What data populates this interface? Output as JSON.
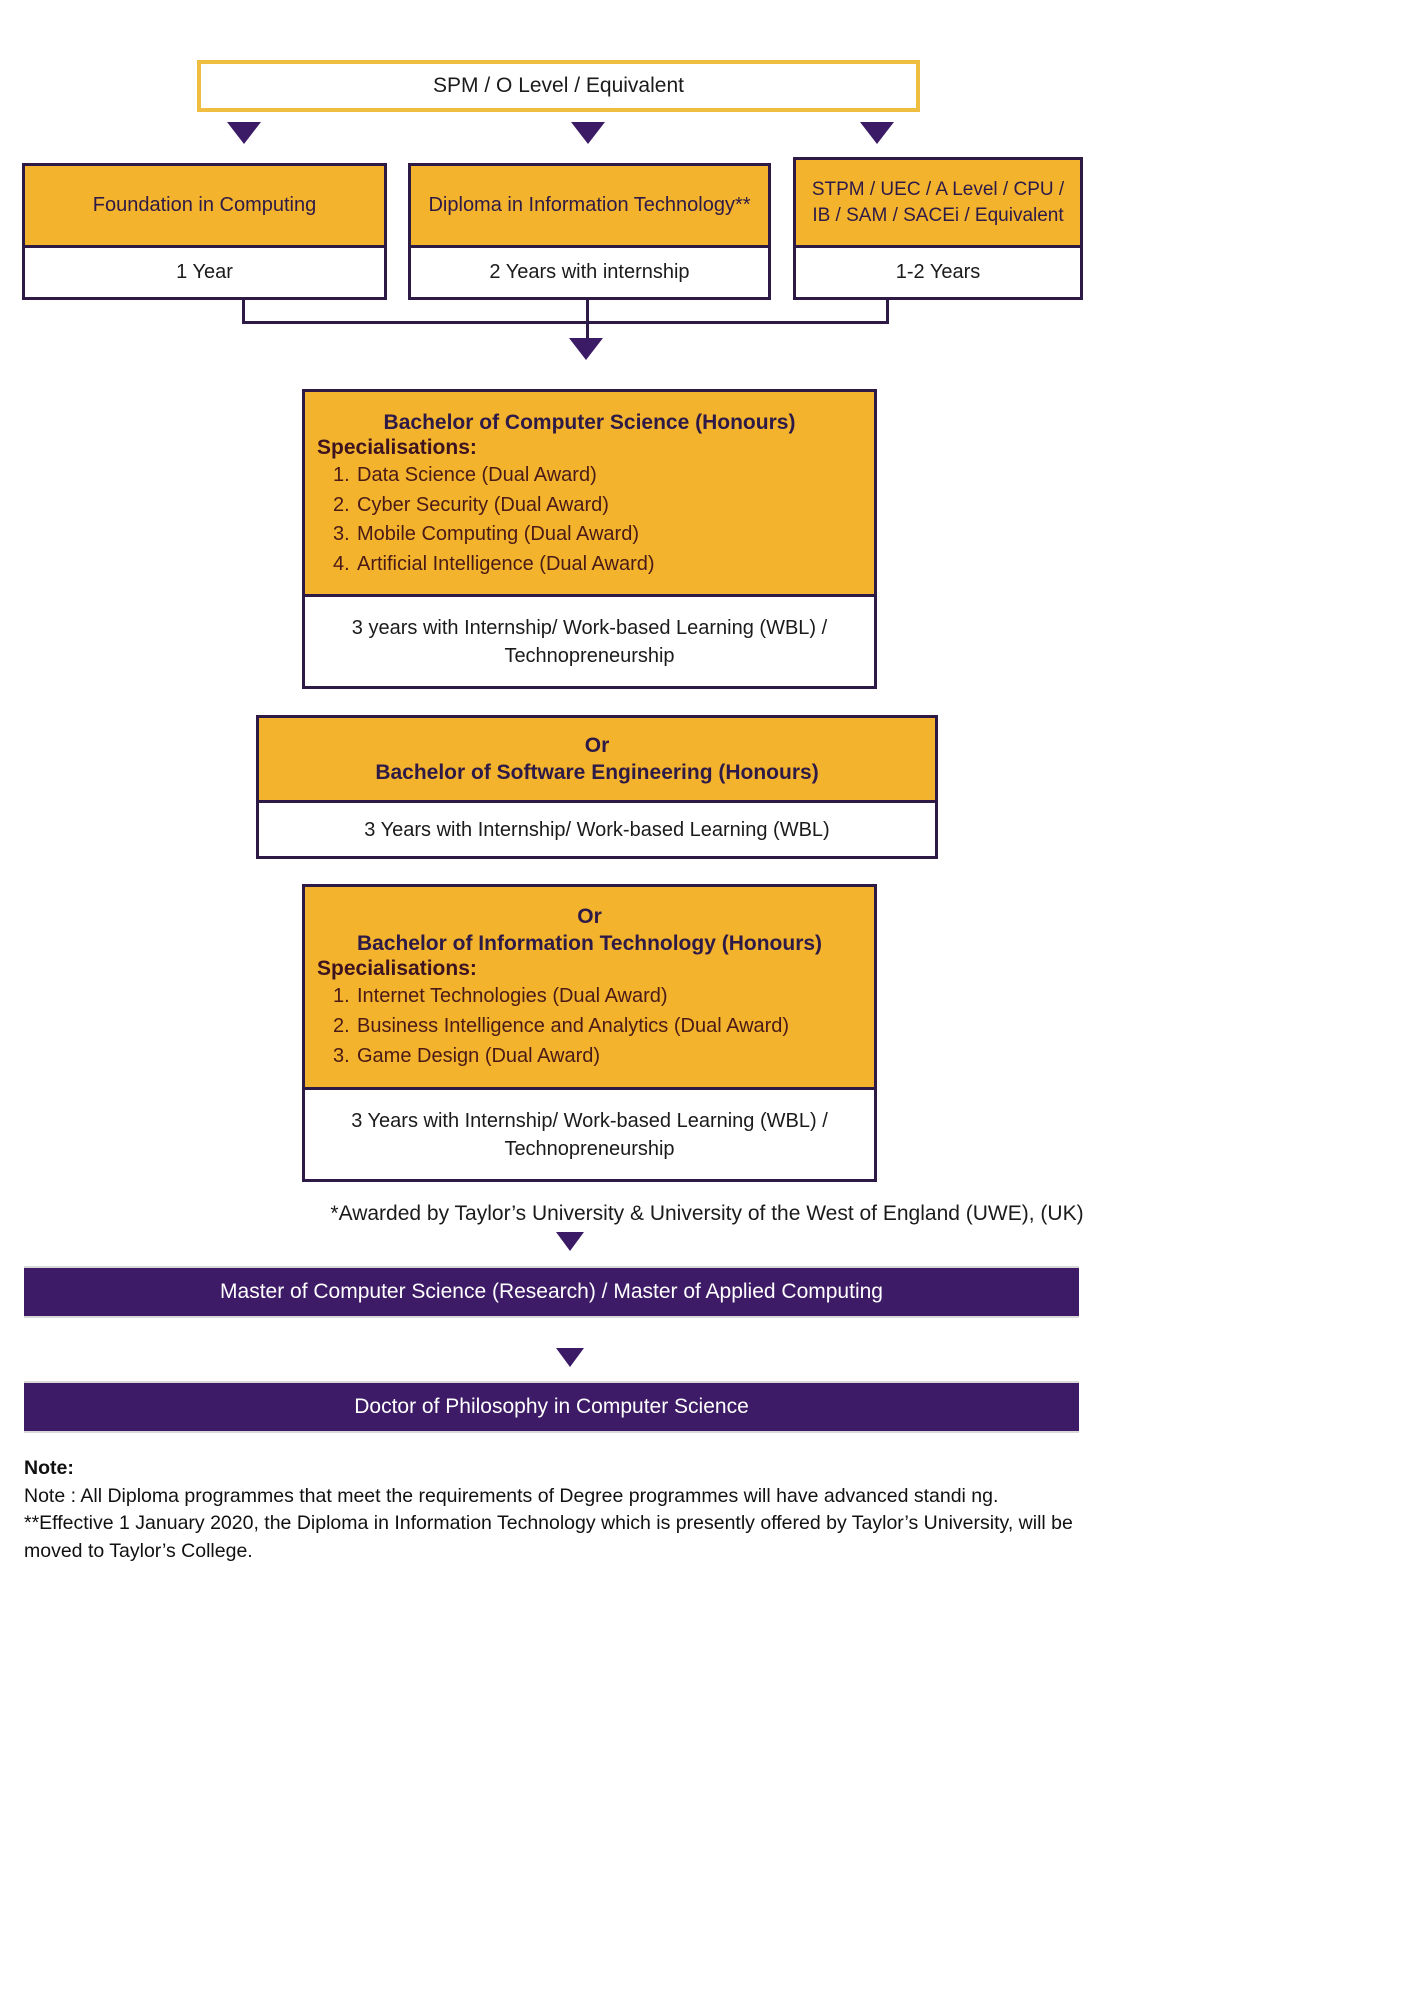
{
  "entry": {
    "top": "SPM / O Level / Equivalent",
    "routes": [
      {
        "name": "Foundation in Computing",
        "duration": "1 Year"
      },
      {
        "name": "Diploma in Information Technology**",
        "duration": "2 Years with internship"
      },
      {
        "name": "STPM / UEC / A Level / CPU / IB / SAM / SACEi / Equivalent",
        "duration": "1-2 Years"
      }
    ]
  },
  "degrees": [
    {
      "or_label": "",
      "title": "Bachelor of Computer Science (Honours)",
      "spec_label": "Specialisations:",
      "specialisations": [
        "Data Science (Dual Award)",
        "Cyber Security (Dual Award)",
        "Mobile Computing (Dual Award)",
        "Artificial Intelligence (Dual Award)"
      ],
      "duration": "3 years with Internship/ Work-based Learning (WBL) / Technopreneurship"
    },
    {
      "or_label": "Or",
      "title": "Bachelor of Software Engineering (Honours)",
      "spec_label": "",
      "specialisations": [],
      "duration": "3 Years with Internship/ Work-based Learning (WBL)"
    },
    {
      "or_label": "Or",
      "title": "Bachelor of Information Technology (Honours)",
      "spec_label": "Specialisations:",
      "specialisations": [
        "Internet Technologies (Dual Award)",
        "Business Intelligence and Analytics (Dual Award)",
        "Game Design (Dual Award)"
      ],
      "duration": "3 Years with Internship/ Work-based Learning (WBL) / Technopreneurship"
    }
  ],
  "awarded_note": "*Awarded by Taylor’s University & University of the West of England (UWE), (UK)",
  "postgrad": [
    "Master of Computer Science (Research) / Master of Applied Computing",
    "Doctor of Philosophy in Computer Science"
  ],
  "note": {
    "heading": "Note:",
    "lines": [
      "Note : All Diploma programmes that meet the requirements of Degree programmes will have advanced standi ng.",
      "**Effective 1 January 2020, the Diploma in Information Technology which is presently offered by Taylor’s University, will be moved to Taylor’s College."
    ]
  },
  "colors": {
    "amber": "#F3B32C",
    "amber_border_top": "#EFBE40",
    "purple": "#3E1B66",
    "outline": "#2E1A47"
  }
}
